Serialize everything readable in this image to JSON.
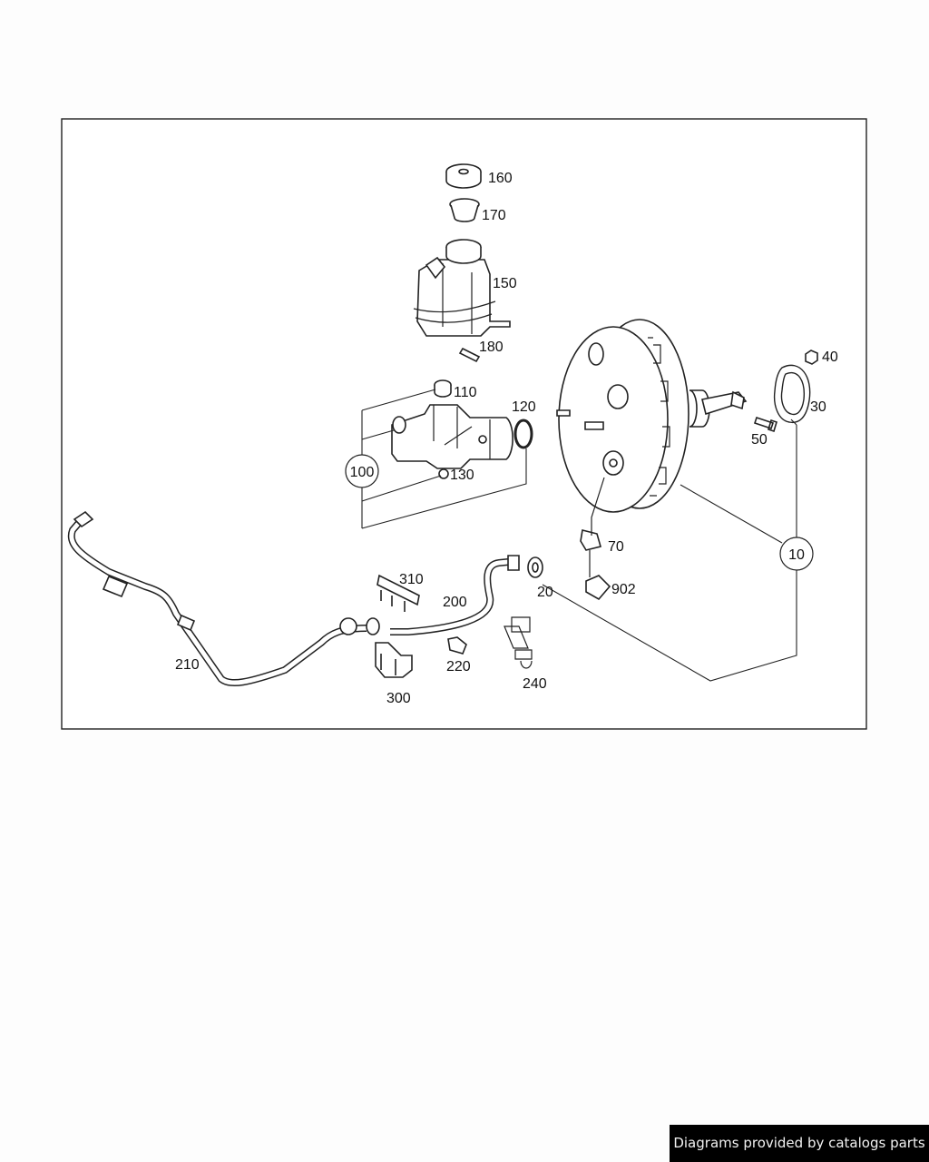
{
  "diagram": {
    "callouts": {
      "p160": "160",
      "p170": "170",
      "p150": "150",
      "p180": "180",
      "p110": "110",
      "p120": "120",
      "p100": "100",
      "p130": "130",
      "p40": "40",
      "p30": "30",
      "p50": "50",
      "p70": "70",
      "p902": "902",
      "p10": "10",
      "p20": "20",
      "p200": "200",
      "p310": "310",
      "p210": "210",
      "p220": "220",
      "p300": "300",
      "p240": "240"
    }
  },
  "footer": {
    "credit": "Diagrams provided by catalogs parts"
  }
}
